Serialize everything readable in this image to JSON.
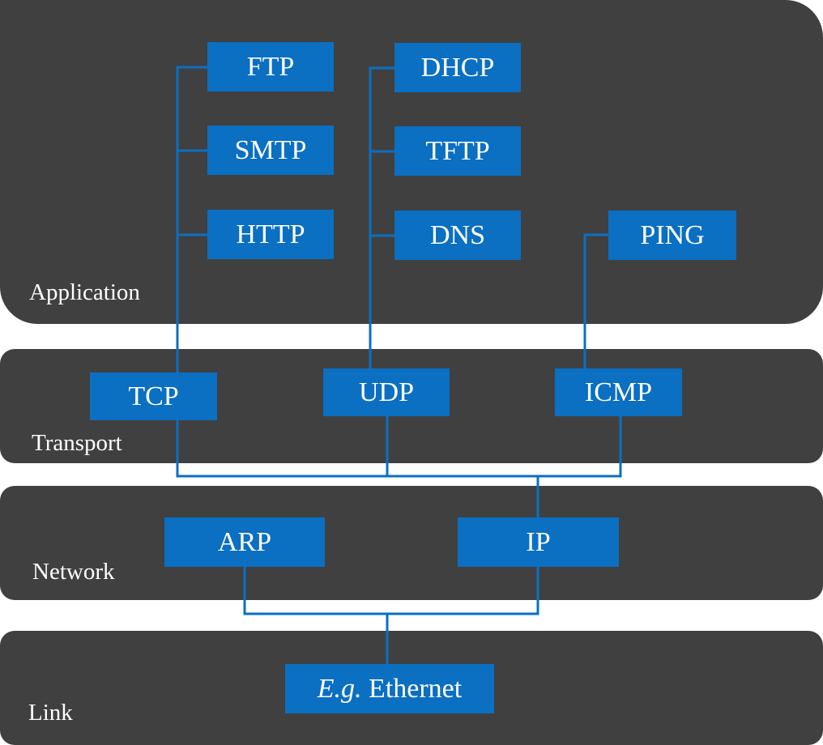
{
  "colors": {
    "layer_bg": "#404040",
    "box_bg": "#0b6fc2",
    "wire": "#0b6fc2",
    "text": "#ffffff"
  },
  "layers": {
    "application": "Application",
    "transport": "Transport",
    "network": "Network",
    "link": "Link"
  },
  "protocols": {
    "ftp": "FTP",
    "smtp": "SMTP",
    "http": "HTTP",
    "dhcp": "DHCP",
    "tftp": "TFTP",
    "dns": "DNS",
    "ping": "PING",
    "tcp": "TCP",
    "udp": "UDP",
    "icmp": "ICMP",
    "arp": "ARP",
    "ip": "IP",
    "ethernet_prefix": "E.g.",
    "ethernet": "Ethernet"
  }
}
